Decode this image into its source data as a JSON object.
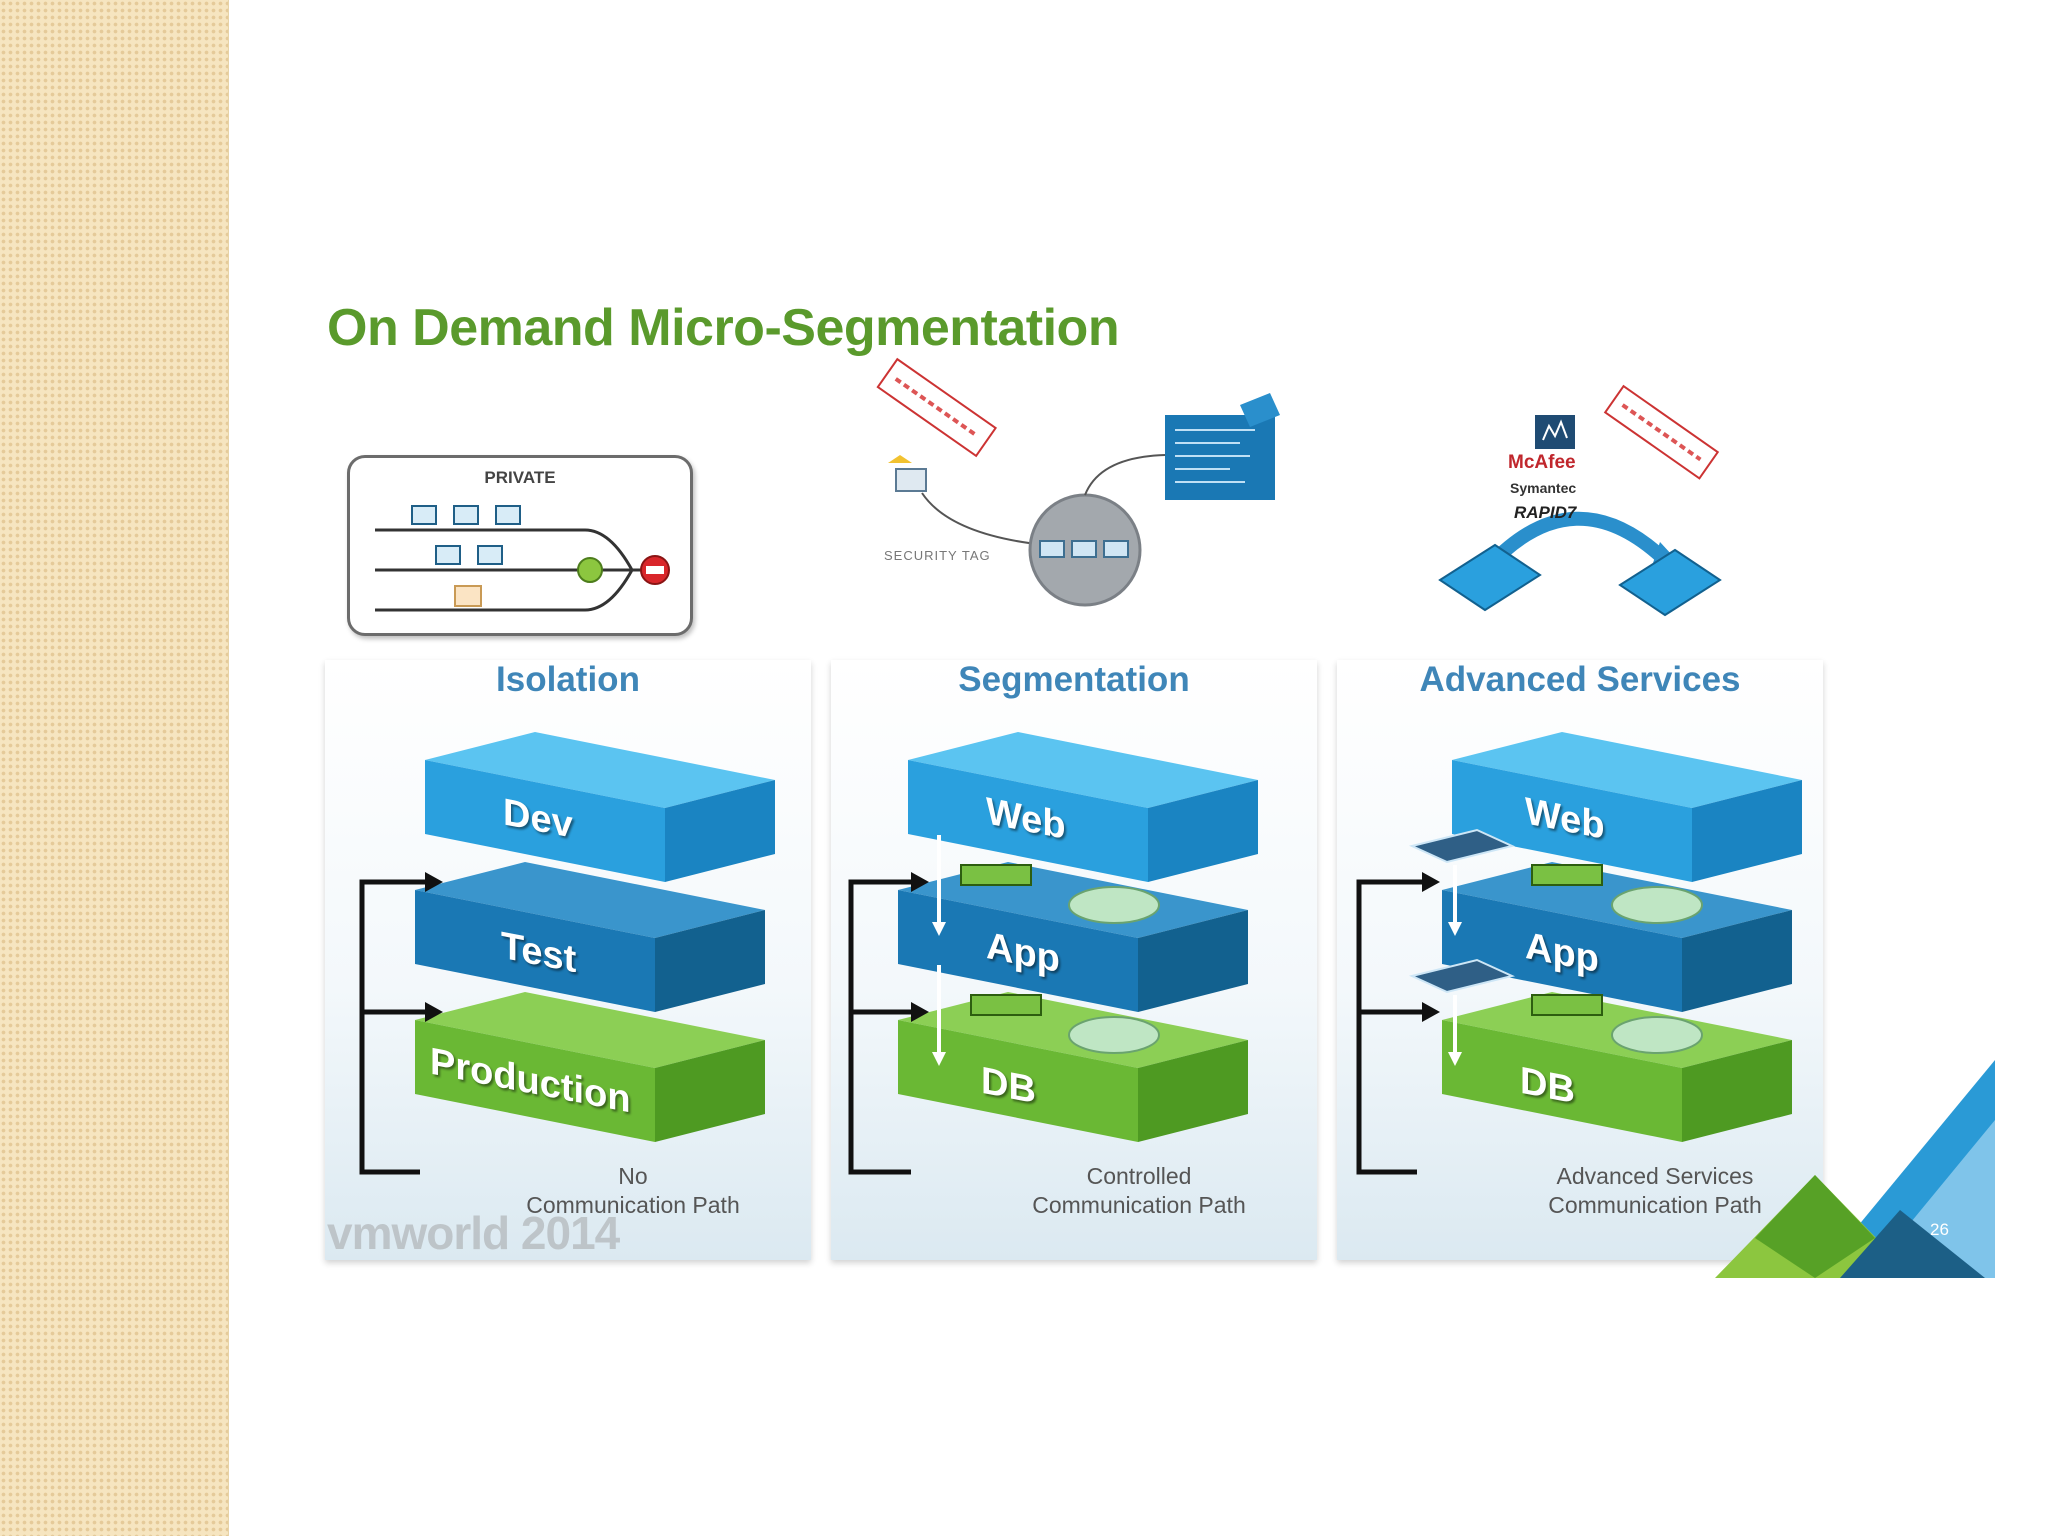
{
  "slide": {
    "title": "On Demand Micro-Segmentation",
    "page_number": "26",
    "watermark": "vmworld 2014"
  },
  "colors": {
    "title_green": "#5a9a2c",
    "panel_title_blue": "#3f86b8",
    "tier_light_blue": "#2aa0de",
    "tier_dark_blue": "#1a78b4",
    "tier_green": "#6ab834"
  },
  "panels": [
    {
      "title": "Isolation",
      "tiers": [
        "Dev",
        "Test",
        "Production"
      ],
      "caption_line1": "No",
      "caption_line2": "Communication Path"
    },
    {
      "title": "Segmentation",
      "tiers": [
        "Web",
        "App",
        "DB"
      ],
      "caption_line1": "Controlled",
      "caption_line2": "Communication Path"
    },
    {
      "title": "Advanced Services",
      "tiers": [
        "Web",
        "App",
        "DB"
      ],
      "caption_line1": "Advanced Services",
      "caption_line2": "Communication Path"
    }
  ],
  "illustrations": {
    "private_label": "PRIVATE",
    "security_tag_label": "SECURITY TAG",
    "vendors": [
      "McAfee",
      "Symantec",
      "RAPID7"
    ]
  }
}
